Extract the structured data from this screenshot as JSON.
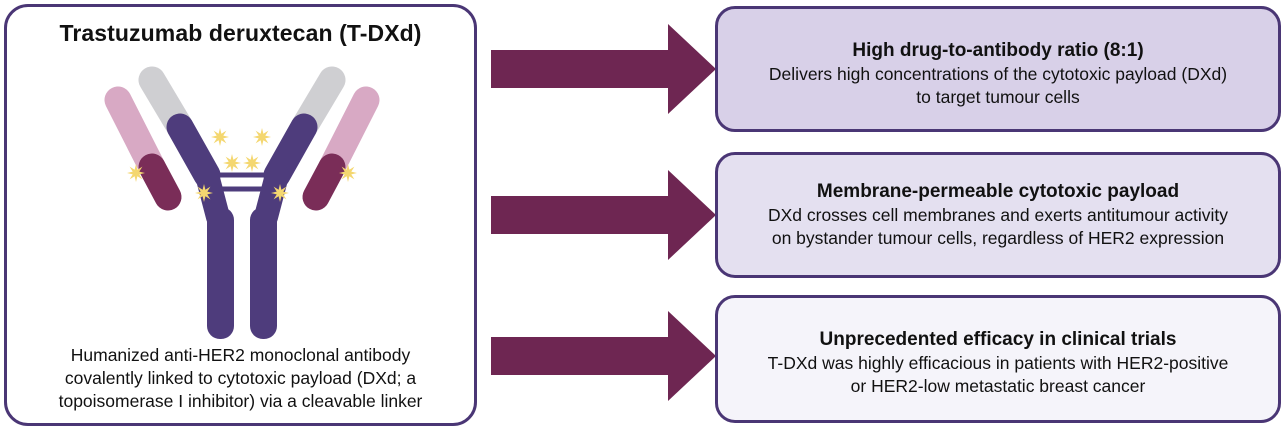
{
  "left": {
    "title": "Trastuzumab deruxtecan (T-DXd)",
    "caption": [
      "Humanized anti-HER2 monoclonal antibody",
      "covalently linked to cytotoxic payload (DXd; a",
      "topoisomerase I inhibitor) via a cleavable linker"
    ]
  },
  "cards": [
    {
      "title": "High drug-to-antibody ratio (8:1)",
      "body": [
        "Delivers high concentrations of the cytotoxic payload (DXd)",
        "to target tumour cells"
      ]
    },
    {
      "title": "Membrane-permeable cytotoxic payload",
      "body": [
        "DXd crosses cell membranes and exerts antitumour activity",
        "on bystander tumour cells, regardless of HER2 expression"
      ]
    },
    {
      "title": "Unprecedented efficacy in clinical trials",
      "body": [
        "T-DXd was highly efficacious in patients with HER2-positive",
        "or HER2-low metastatic breast cancer"
      ]
    }
  ],
  "colors": {
    "border": "#4a3675",
    "arrow": "#6e2652",
    "heavy_chain": "#4e3c7c",
    "light_chain_dark": "#7a2d58",
    "light_chain_light": "#d8a9c4",
    "constant_grey": "#cfcfd2",
    "payload_star": "#f4d770"
  }
}
